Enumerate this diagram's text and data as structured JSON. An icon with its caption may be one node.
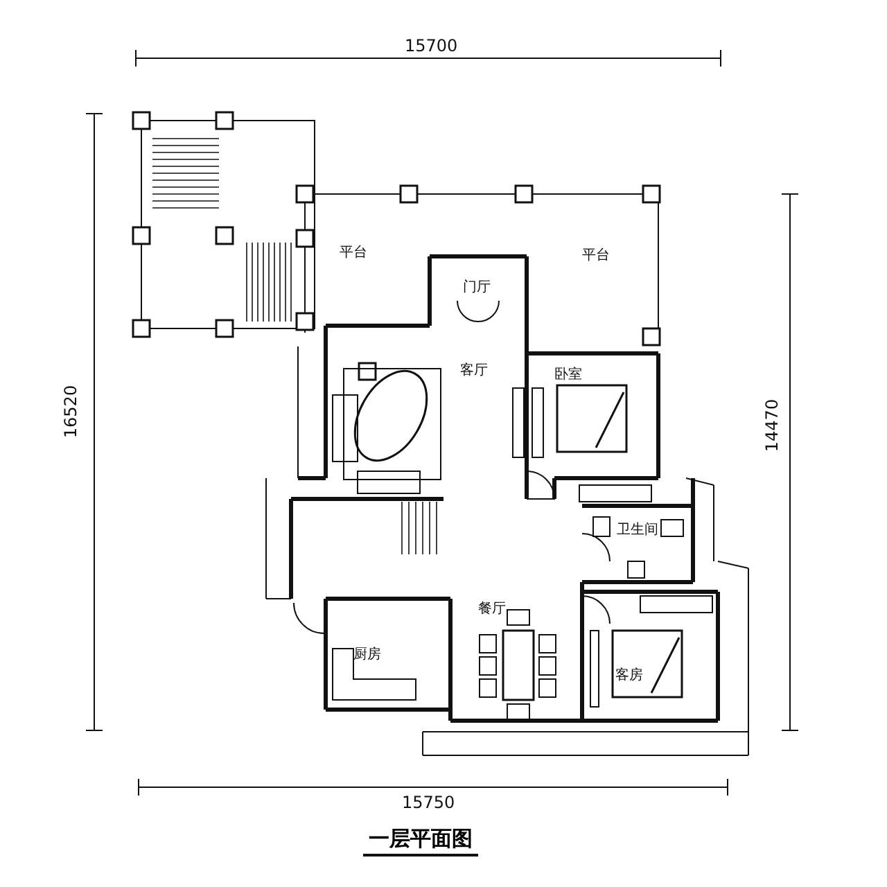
{
  "diagram": {
    "caption": "一层平面图",
    "nodes": [
      {
        "text": [
          "平台"
        ]
      },
      {
        "text": [
          "平台"
        ]
      },
      {
        "text": [
          "门厅"
        ]
      },
      {
        "text": [
          "客厅"
        ]
      },
      {
        "text": [
          "卧室"
        ]
      },
      {
        "text": [
          "卫生间"
        ]
      },
      {
        "text": [
          "餐厅"
        ]
      },
      {
        "text": [
          "厨房"
        ]
      },
      {
        "text": [
          "客房"
        ]
      }
    ],
    "edges": [],
    "labels": [
      "15700",
      "16520",
      "14470",
      "15750"
    ]
  }
}
